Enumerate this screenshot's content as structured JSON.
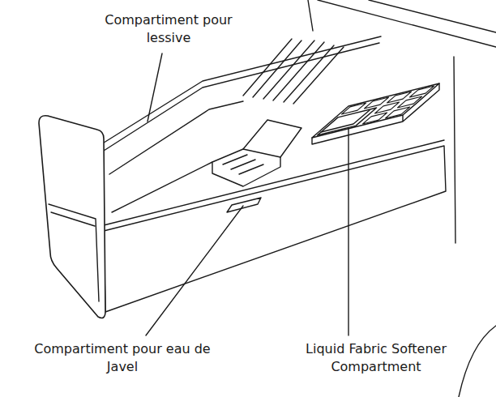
{
  "diagram": {
    "labels": [
      "Compartiment pour lessive",
      "Compartiment pour eau de Javel",
      "Liquid Fabric Softener Compartment"
    ]
  }
}
